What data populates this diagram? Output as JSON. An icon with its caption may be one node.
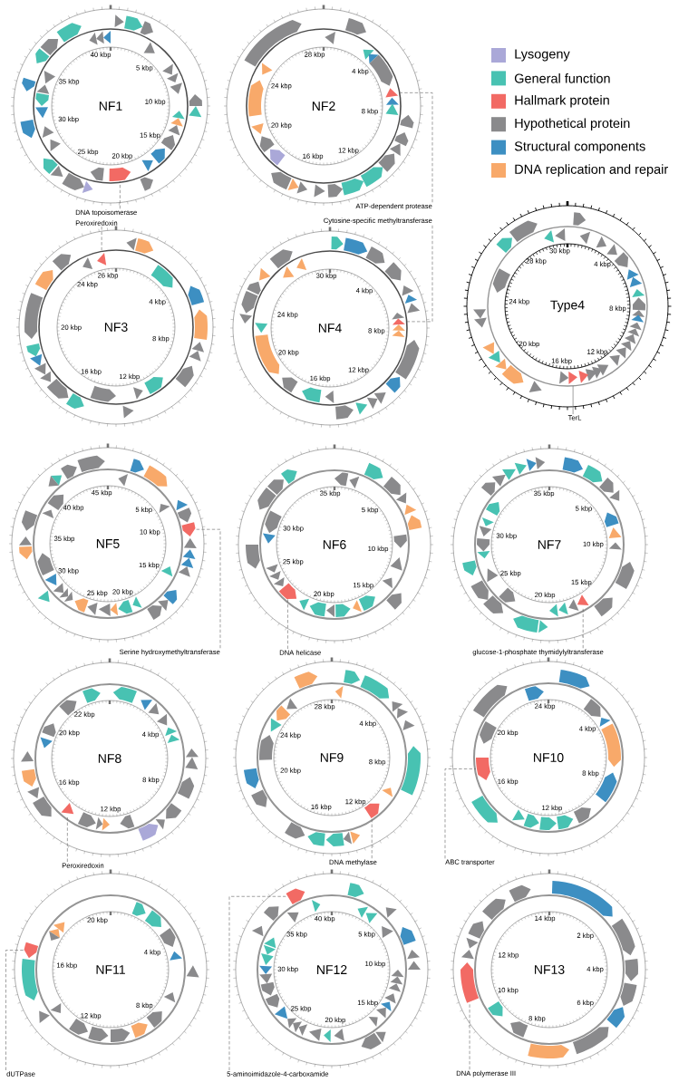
{
  "diagram": {
    "nodes": [
      {
        "text": [
          "NF1"
        ]
      },
      {
        "text": [],
        "shape": "pentagon",
        "in": 0
      },
      {
        "text": [
          "NF2"
        ]
      },
      {
        "text": [],
        "shape": "triangle",
        "in": 2
      },
      {
        "text": [
          "ATP-dependent protease"
        ]
      },
      {
        "text": [
          "DNA topoisomerase"
        ]
      },
      {
        "text": [
          "Peroxiredoxin"
        ]
      },
      {
        "text": [
          "Cytosine-specific methyltransferase"
        ]
      },
      {
        "text": [
          "NF3"
        ]
      },
      {
        "text": [],
        "shape": "triangle",
        "in": 8
      },
      {
        "text": [
          "NF4"
        ]
      },
      {
        "text": [],
        "shape": "triangle",
        "in": 10
      },
      {
        "text": [
          "Type4"
        ]
      },
      {
        "text": [],
        "shape": "triangle",
        "in": 12
      },
      {
        "text": [
          "TerL"
        ]
      },
      {
        "text": [
          "NF5"
        ]
      },
      {
        "text": [],
        "shape": "pentagon",
        "in": 15
      },
      {
        "text": [
          "NF6"
        ]
      },
      {
        "text": [],
        "shape": "pentagon",
        "in": 17
      },
      {
        "text": [
          "NF7"
        ]
      },
      {
        "text": [],
        "shape": "triangle",
        "in": 19
      },
      {
        "text": [
          "Serine hydroxymethyltransferase"
        ]
      },
      {
        "text": [
          "DNA helicase"
        ]
      },
      {
        "text": [
          "glucose-1-phosphate thymidylyltransferase"
        ]
      },
      {
        "text": [
          "NF8"
        ]
      },
      {
        "text": [],
        "shape": "triangle",
        "in": 24
      },
      {
        "text": [
          "NF9"
        ]
      },
      {
        "text": [],
        "shape": "pentagon",
        "in": 26
      },
      {
        "text": [
          "NF10"
        ]
      },
      {
        "text": [],
        "shape": "pentagon",
        "in": 28
      },
      {
        "text": [
          "Peroxiredoxin"
        ]
      },
      {
        "text": [
          "DNA methylase"
        ]
      },
      {
        "text": [
          "ABC transporter"
        ]
      },
      {
        "text": [
          "NF11"
        ]
      },
      {
        "text": [],
        "shape": "pentagon",
        "in": 33
      },
      {
        "text": [
          "NF12"
        ]
      },
      {
        "text": [],
        "shape": "pentagon",
        "in": 35
      },
      {
        "text": [
          "NF13"
        ]
      },
      {
        "text": [],
        "shape": "pentagon",
        "in": 37
      },
      {
        "text": [
          "dUTPase"
        ]
      },
      {
        "text": [
          "5-aminoimidazole-4-carboxamide"
        ]
      },
      {
        "text": [
          "DNA polymerase III"
        ]
      }
    ],
    "edges": [
      {
        "from": 5,
        "to": 1,
        "arrow": "none",
        "style": "dashed"
      },
      {
        "from": 4,
        "to": 3,
        "arrow": "none",
        "style": "dashed"
      },
      {
        "from": 6,
        "to": 9,
        "arrow": "none",
        "style": "dashed"
      },
      {
        "from": 7,
        "to": 11,
        "arrow": "none",
        "style": "dashed"
      },
      {
        "from": 14,
        "to": 13,
        "arrow": "none"
      },
      {
        "from": 21,
        "to": 16,
        "arrow": "none",
        "style": "dashed"
      },
      {
        "from": 22,
        "to": 18,
        "arrow": "none",
        "style": "dashed"
      },
      {
        "from": 23,
        "to": 20,
        "arrow": "none",
        "style": "dashed"
      },
      {
        "from": 30,
        "to": 25,
        "arrow": "none",
        "style": "dashed"
      },
      {
        "from": 31,
        "to": 27,
        "arrow": "none",
        "style": "dashed"
      },
      {
        "from": 32,
        "to": 29,
        "arrow": "none",
        "style": "dashed"
      },
      {
        "from": 39,
        "to": 34,
        "arrow": "none",
        "style": "dashed"
      },
      {
        "from": 40,
        "to": 36,
        "arrow": "none",
        "style": "dashed"
      },
      {
        "from": 41,
        "to": 38,
        "arrow": "none",
        "style": "dashed"
      }
    ],
    "labels": [
      "40 kbp",
      "5 kbp",
      "35 kbp",
      "10 kbp",
      "30 kbp",
      "15 kbp",
      "25 kbp",
      "20 kbp",
      "28 kbp",
      "4 kbp",
      "24 kbp",
      "8 kbp",
      "20 kbp",
      "12 kbp",
      "16 kbp",
      "26 kbp",
      "24 kbp",
      "4 kbp",
      "20 kbp",
      "8 kbp",
      "16 kbp",
      "12 kbp",
      "30 kbp",
      "4 kbp",
      "24 kbp",
      "8 kbp",
      "20 kbp",
      "12 kbp",
      "16 kbp",
      "30 kbp",
      "28 kbp",
      "4 kbp",
      "24 kbp",
      "8 kbp",
      "20 kbp",
      "12 kbp",
      "16 kbp",
      "45 kbp",
      "5 kbp",
      "40 kbp",
      "10 kbp",
      "35 kbp",
      "15 kbp",
      "30 kbp",
      "25 kbp",
      "20 kbp",
      "35 kbp",
      "5 kbp",
      "30 kbp",
      "10 kbp",
      "25 kbp",
      "15 kbp",
      "20 kbp",
      "35 kbp",
      "5 kbp",
      "30 kbp",
      "10 kbp",
      "25 kbp",
      "15 kbp",
      "20 kbp",
      "22 kbp",
      "20 kbp",
      "4 kbp",
      "16 kbp",
      "8 kbp",
      "12 kbp",
      "28 kbp",
      "4 kbp",
      "24 kbp",
      "8 kbp",
      "20 kbp",
      "12 kbp",
      "16 kbp",
      "24 kbp",
      "4 kbp",
      "20 kbp",
      "8 kbp",
      "16 kbp",
      "12 kbp",
      "20 kbp",
      "4 kbp",
      "16 kbp",
      "8 kbp",
      "12 kbp",
      "40 kbp",
      "5 kbp",
      "35 kbp",
      "10 kbp",
      "30 kbp",
      "15 kbp",
      "25 kbp",
      "20 kbp",
      "14 kbp",
      "2 kbp",
      "12 kbp",
      "4 kbp",
      "10 kbp",
      "6 kbp",
      "8 kbp"
    ],
    "legend": [
      {
        "text": "Lysogeny",
        "color": "#aaa8d8"
      },
      {
        "text": "General function",
        "color": "#48c2b2"
      },
      {
        "text": "Hallmark protein",
        "color": "#f26a64"
      },
      {
        "text": "Hypothetical protein",
        "color": "#8a8a8c"
      },
      {
        "text": "Structural components",
        "color": "#3d8fc2"
      },
      {
        "text": "DNA replication and repair",
        "color": "#f8a96a"
      }
    ]
  }
}
